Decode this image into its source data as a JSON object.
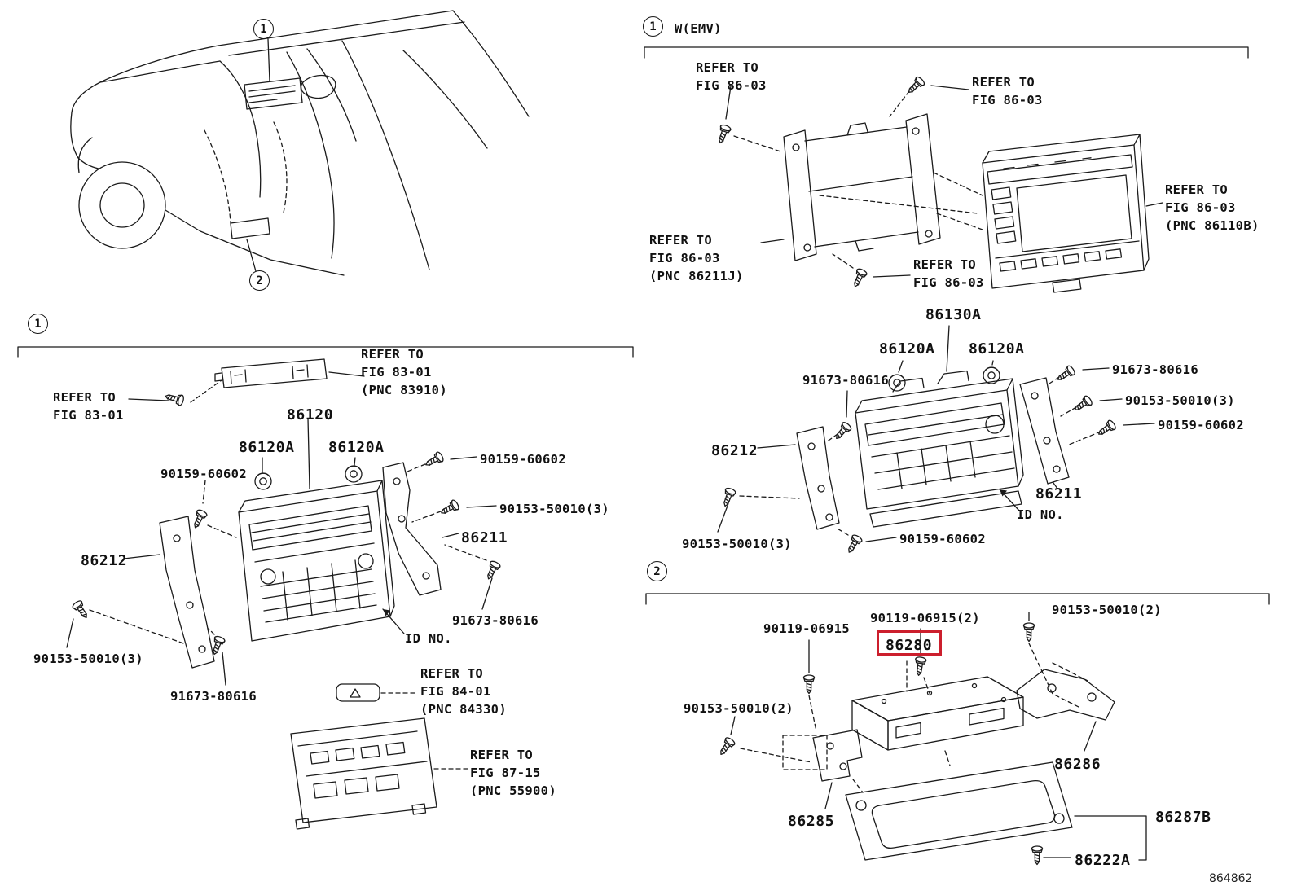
{
  "styles": {
    "highlight_color": "#cc1f2d",
    "line_color": "#1b1b1b",
    "background": "#ffffff"
  },
  "footer": {
    "doc_number": "864862"
  },
  "car": {
    "callout_radio": "1",
    "callout_amp": "2"
  },
  "section1_left": {
    "callout": "1",
    "refer_fig8301_left": "REFER TO\nFIG 83-01",
    "refer_fig8301_pnc83910": "REFER TO\nFIG 83-01\n(PNC 83910)",
    "part_86120": "86120",
    "part_86120a_left": "86120A",
    "part_86120a_right": "86120A",
    "part_90159_left": "90159-60602",
    "part_90159_right": "90159-60602",
    "part_90153_right": "90153-50010(3)",
    "part_86211": "86211",
    "part_86212": "86212",
    "part_91673_right": "91673-80616",
    "id_no": "ID NO.",
    "part_90153_left": "90153-50010(3)",
    "part_91673_bottom": "91673-80616",
    "refer_fig8401_pnc84330": "REFER TO\nFIG 84-01\n(PNC 84330)",
    "refer_fig8715_pnc55900": "REFER TO\nFIG 87-15\n(PNC 55900)"
  },
  "section1_right": {
    "callout": "1",
    "variant": "W(EMV)",
    "refer_fig8603_top_left": "REFER TO\nFIG 86-03",
    "refer_fig8603_top_right": "REFER TO\nFIG 86-03",
    "refer_fig8603_pnc86110b": "REFER TO\nFIG 86-03\n(PNC 86110B)",
    "refer_fig8603_pnc86211j": "REFER TO\nFIG 86-03\n(PNC 86211J)",
    "refer_fig8603_mid": "REFER TO\nFIG 86-03",
    "part_86130a": "86130A",
    "part_86120a_left": "86120A",
    "part_86120a_right": "86120A",
    "part_91673_left": "91673-80616",
    "part_91673_right": "91673-80616",
    "part_90153_right": "90153-50010(3)",
    "part_90159_right": "90159-60602",
    "part_86212": "86212",
    "part_86211": "86211",
    "id_no": "ID NO.",
    "part_90153_bottom_left": "90153-50010(3)",
    "part_90159_bottom": "90159-60602"
  },
  "section2": {
    "callout": "2",
    "part_90119_single": "90119-06915",
    "part_90119_double": "90119-06915(2)",
    "part_86280": "86280",
    "part_90153_right": "90153-50010(2)",
    "part_90153_left": "90153-50010(2)",
    "part_86286": "86286",
    "part_86285": "86285",
    "part_86287b": "86287B",
    "part_86222a": "86222A"
  }
}
